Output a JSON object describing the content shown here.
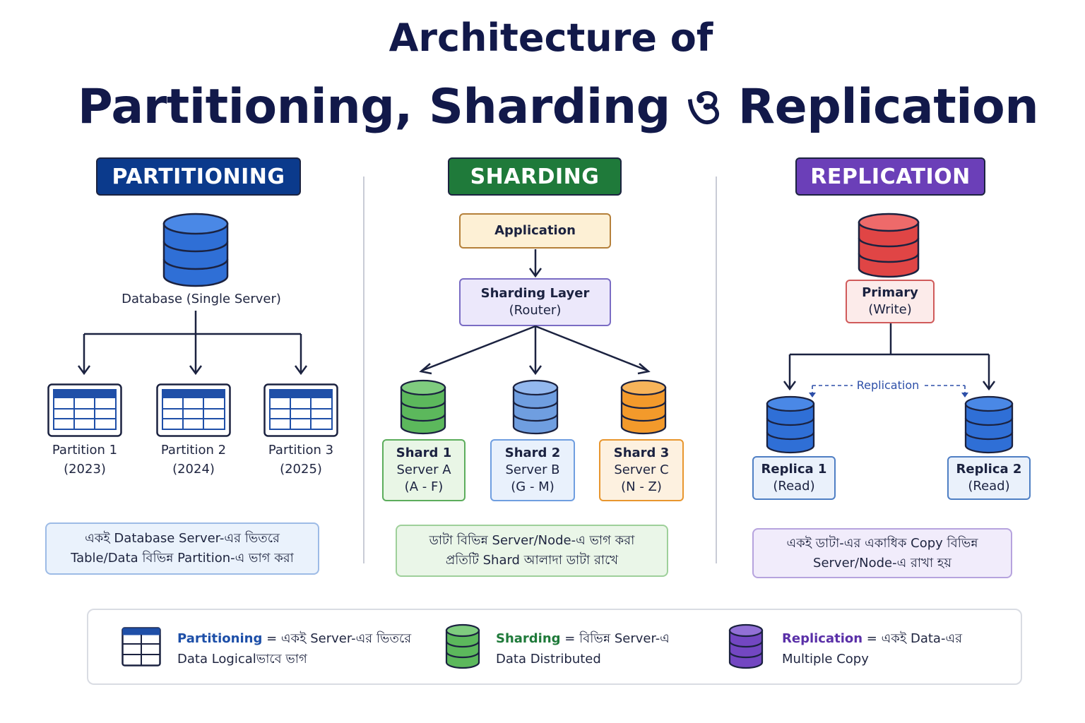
{
  "title": {
    "line1": "Architecture of",
    "line2": "Partitioning, Sharding ও Replication"
  },
  "partitioning": {
    "header": "PARTITIONING",
    "color": "#0b3a8c",
    "database_label": "Database (Single Server)",
    "partitions": [
      {
        "name": "Partition 1",
        "year": "(2023)"
      },
      {
        "name": "Partition 2",
        "year": "(2024)"
      },
      {
        "name": "Partition 3",
        "year": "(2025)"
      }
    ],
    "note": {
      "line1": "একই Database Server-এর ভিতরে",
      "line2": "Table/Data বিভিন্ন Partition-এ ভাগ করা"
    }
  },
  "sharding": {
    "header": "SHARDING",
    "color": "#1f7a3a",
    "application": "Application",
    "layer": {
      "name": "Sharding Layer",
      "sub": "(Router)"
    },
    "shards": [
      {
        "name": "Shard 1",
        "server": "Server A",
        "range": "(A - F)",
        "color": "#5cb85c"
      },
      {
        "name": "Shard 2",
        "server": "Server B",
        "range": "(G - M)",
        "color": "#6f9ee0"
      },
      {
        "name": "Shard 3",
        "server": "Server C",
        "range": "(N - Z)",
        "color": "#f39a2b"
      }
    ],
    "note": {
      "line1": "ডাটা বিভিন্ন Server/Node-এ ভাগ করা",
      "line2": "প্রতিটি Shard আলাদা ডাটা রাখে"
    }
  },
  "replication": {
    "header": "REPLICATION",
    "color": "#6b3fb8",
    "primary": {
      "name": "Primary",
      "sub": "(Write)"
    },
    "replication_label": "Replication",
    "replicas": [
      {
        "name": "Replica 1",
        "sub": "(Read)"
      },
      {
        "name": "Replica 2",
        "sub": "(Read)"
      }
    ],
    "note": {
      "line1": "একই ডাটা-এর একাধিক Copy বিভিন্ন",
      "line2": "Server/Node-এ রাখা হয়"
    }
  },
  "legend": {
    "partitioning": {
      "term": "Partitioning",
      "def": " = একই Server-এর ভিতরে",
      "line2": "Data Logicalভাবে ভাগ"
    },
    "sharding": {
      "term": "Sharding",
      "def": " = বিভিন্ন Server-এ",
      "line2": "Data Distributed"
    },
    "replication": {
      "term": "Replication",
      "def": " = একই Data-এর",
      "line2": "Multiple Copy"
    }
  }
}
